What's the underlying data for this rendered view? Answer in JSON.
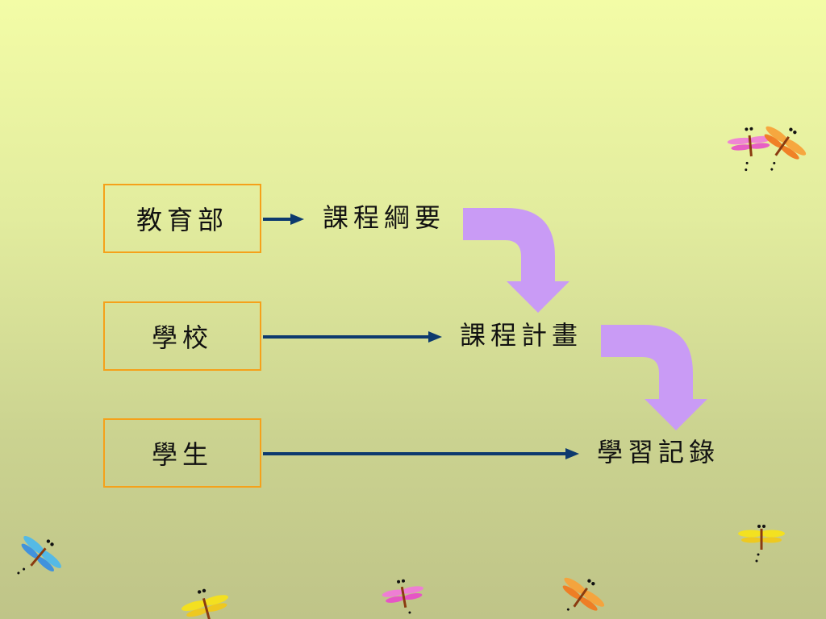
{
  "rows": [
    {
      "source": "教育部",
      "target": "課程綱要"
    },
    {
      "source": "學校",
      "target": "課程計畫"
    },
    {
      "source": "學生",
      "target": "學習記錄"
    }
  ],
  "colors": {
    "box_border": "#f5a11a",
    "arrow": "#0d3a6e",
    "curved_arrow": "#c99bf5"
  },
  "decorations": [
    "dragonfly-icon"
  ]
}
